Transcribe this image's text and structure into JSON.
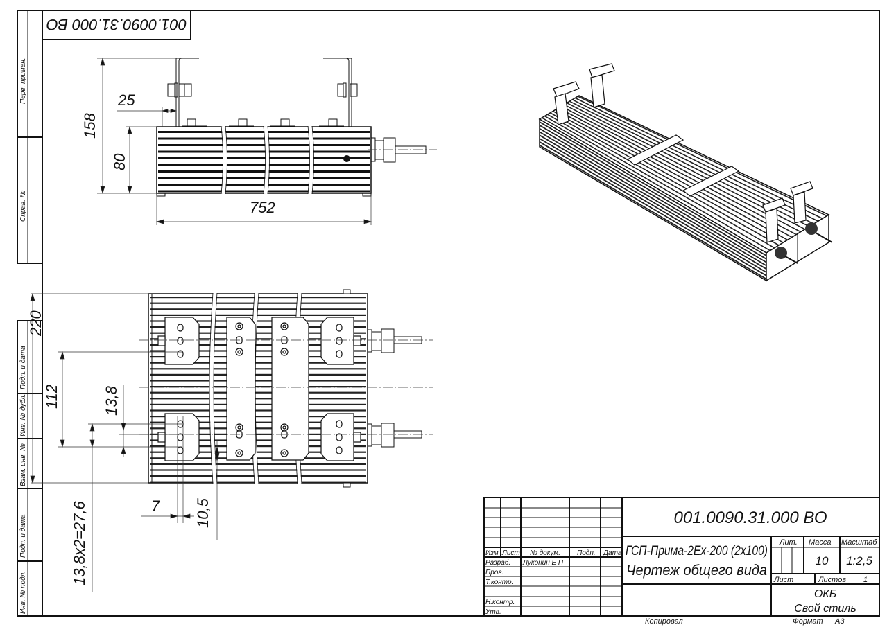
{
  "drawing": {
    "designation": "001.0090.31.000 ВО",
    "designation_stamp_rotated": "001.0090.31.000 ВО",
    "product_name": "ГСП-Прима-2Ex-200 (2x100)",
    "document_type": "Чертеж общего вида",
    "organization_line1": "ОКБ",
    "organization_line2": "Свой стиль",
    "copied_label": "Копировал",
    "format_label": "Формат",
    "format_value": "А3"
  },
  "title_block": {
    "headers": {
      "izm": "Изм",
      "list": "Лист",
      "doc_no": "№ докум.",
      "sign": "Подп.",
      "date": "Дата"
    },
    "roles": [
      "Разраб.",
      "Пров.",
      "Т.контр.",
      "",
      "Н.контр.",
      "Утв."
    ],
    "developer_name": "Луконин Е П",
    "lit_label": "Лит.",
    "mass_label": "Масса",
    "scale_label": "Масштаб",
    "mass_value": "10",
    "scale_value": "1:2,5",
    "sheet_label": "Лист",
    "sheets_label": "Листов",
    "sheets_value": "1"
  },
  "side_stamps": {
    "perv_primen": "Перв. примен.",
    "sprav_no": "Справ. №",
    "podp_data_1": "Подп. и дата",
    "inv_dubl": "Инв. № дубл.",
    "vzam_inv": "Взам. инв. №",
    "podp_data_2": "Подп. и дата",
    "inv_podl": "Инв. № подл."
  },
  "dimensions": {
    "front_height_total": "158",
    "front_height_body": "80",
    "front_bracket_offset": "25",
    "front_length": "752",
    "top_width": "220",
    "top_bracket_spacing": "112",
    "top_slot_pitch": "13,8",
    "top_slot_total": "13,8x2=27,6",
    "top_slot_width": "7",
    "top_slot_length": "10,5"
  },
  "colors": {
    "line": "#111111",
    "background": "#ffffff"
  }
}
